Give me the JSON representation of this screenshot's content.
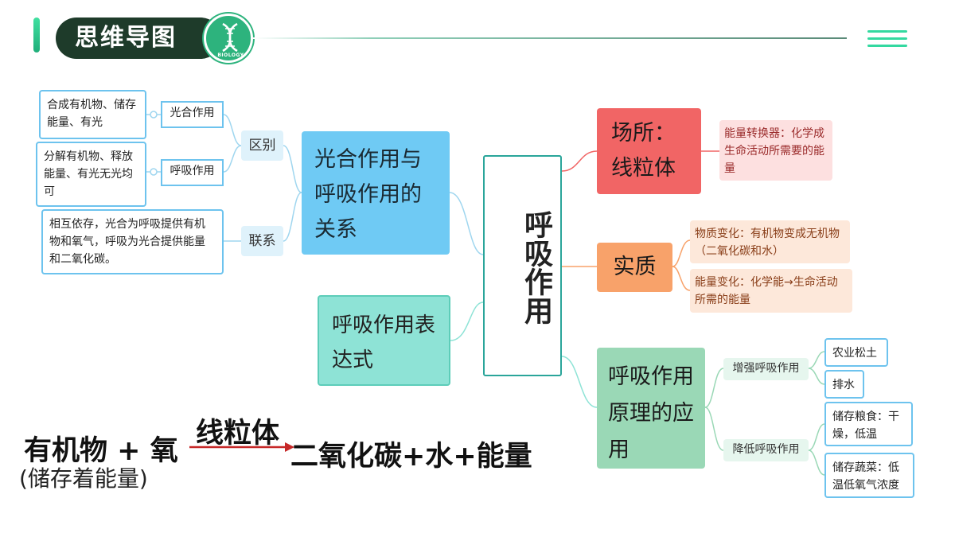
{
  "header": {
    "title": "思维导图",
    "logo_text": "BIOLOGY"
  },
  "center": {
    "text": "呼吸作用"
  },
  "left": {
    "relation_title": "光合作用与呼吸作用的关系",
    "difference_label": "区别",
    "connection_label": "联系",
    "photo_label": "光合作用",
    "photo_desc": "合成有机物、储存能量、有光",
    "resp_label": "呼吸作用",
    "resp_desc": "分解有机物、释放能量、有光无光均可",
    "connection_desc": "相互依存，光合为呼吸提供有机物和氧气，呼吸为光合提供能量和二氧化碳。",
    "expression_title": "呼吸作用表达式"
  },
  "right": {
    "site_title": "场所：线粒体",
    "site_desc": "能量转换器：化学成生命活动所需要的能量",
    "essence_title": "实质",
    "essence_items": [
      "物质变化：有机物变成无机物（二氧化碳和水）",
      "能量变化：化学能→生命活动所需的能量"
    ],
    "application_title": "呼吸作用原理的应用",
    "enhance_label": "增强呼吸作用",
    "enhance_items": [
      "农业松土",
      "排水"
    ],
    "reduce_label": "降低呼吸作用",
    "reduce_items": [
      "储存粮食：干燥，低温",
      "储存蔬菜：低温低氧气浓度"
    ]
  },
  "equation": {
    "reactants": "有机物 + 氧",
    "condition": "线粒体",
    "products": "二氧化碳+水+能量",
    "note": "(储存着能量)"
  },
  "colors": {
    "header_pill": "#1e3b2a",
    "accent_green": "#2db37d",
    "blue": "#6fcaf4",
    "teal": "#8ee3d6",
    "red": "#f16565",
    "orange": "#f8a26a",
    "green": "#9ad8b6",
    "arrow": "#c62828"
  }
}
